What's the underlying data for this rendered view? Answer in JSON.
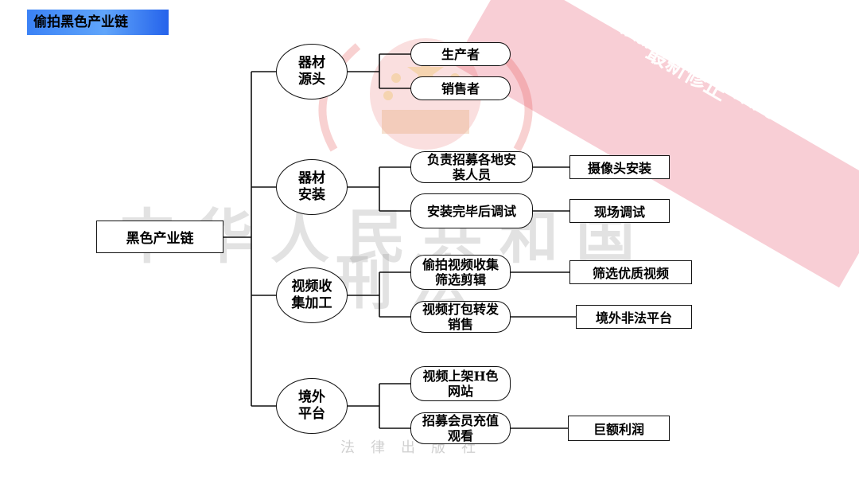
{
  "header": {
    "title": "偷拍黑色产业链"
  },
  "ribbon": {
    "line1": "根据刑法修正案九",
    "line2": "最新修正"
  },
  "watermark": {
    "line1": "中华人民共和国",
    "line2": "刑法",
    "publisher": "法律出版社",
    "emblem_icon": "national-emblem"
  },
  "colors": {
    "header_bg": "#3b82f6",
    "ribbon": "#f3a6b3",
    "line": "#111111"
  },
  "diagram": {
    "root": "黑色产业链",
    "branches": [
      {
        "label": "器材源头",
        "children": [
          {
            "label": "生产者",
            "leaf": ""
          },
          {
            "label": "销售者",
            "leaf": ""
          }
        ]
      },
      {
        "label": "器材安装",
        "children": [
          {
            "label": "负责招募各地安装人员",
            "leaf": "摄像头安装"
          },
          {
            "label": "安装完毕后调试",
            "leaf": "现场调试"
          }
        ]
      },
      {
        "label": "视频收集加工",
        "children": [
          {
            "label": "偷拍视频收集筛选剪辑",
            "leaf": "筛选优质视频"
          },
          {
            "label": "视频打包转发销售",
            "leaf": "境外非法平台"
          }
        ]
      },
      {
        "label": "境外平台",
        "children": [
          {
            "label": "视频上架H色网站",
            "leaf": ""
          },
          {
            "label": "招募会员充值观看",
            "leaf": "巨额利润"
          }
        ]
      }
    ]
  }
}
